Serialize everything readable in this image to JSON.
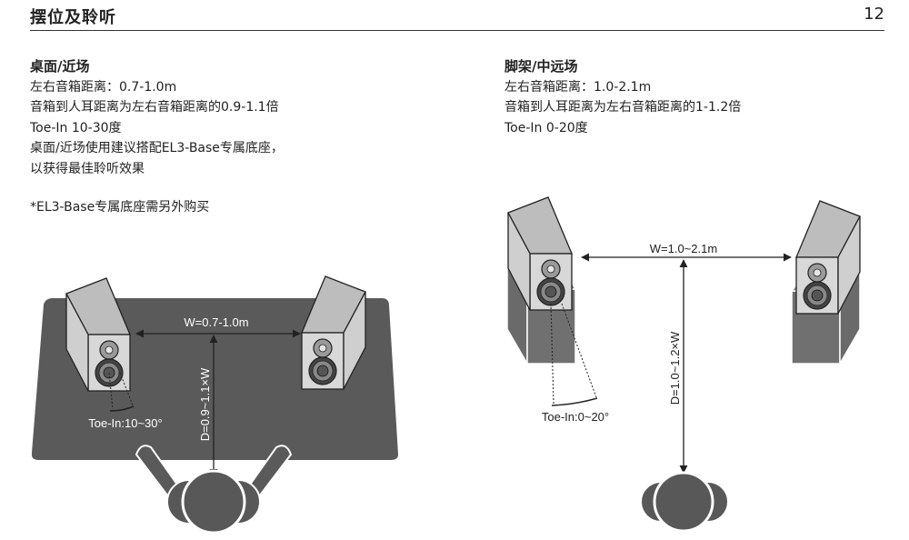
{
  "header": {
    "title": "摆位及聆听",
    "page_number": "12"
  },
  "desktop": {
    "title": "桌面/近场",
    "lines": [
      "左右音箱距离：0.7-1.0m",
      "音箱到人耳距离为左右音箱距离的0.9-1.1倍",
      "Toe-In 10-30度",
      "桌面/近场使用建议搭配EL3-Base专属底座，",
      "以获得最佳聆听效果"
    ],
    "note": "*EL3-Base专属底座需另外购买"
  },
  "stand": {
    "title": "脚架/中远场",
    "lines": [
      "左右音箱距离：1.0-2.1m",
      "音箱到人耳距离为左右音箱距离的1-1.2倍",
      "Toe-In 0-20度"
    ]
  },
  "diagram_left": {
    "width_label": "W=0.7-1.0m",
    "depth_label": "D=0.9~1.1×W",
    "toe_label": "Toe-In:10~30°"
  },
  "diagram_right": {
    "width_label": "W=1.0~2.1m",
    "depth_label": "D=1.0~1.2×W",
    "toe_label": "Toe-In:0~20°"
  },
  "colors": {
    "desk": "#5a5a5a",
    "stand": "#707070",
    "speaker_side": "#cfcfcf",
    "speaker_top": "#bdbdbd",
    "listener": "#585858"
  },
  "icons": [
    "speaker-icon",
    "listener-icon",
    "stand-icon",
    "desk-icon"
  ]
}
